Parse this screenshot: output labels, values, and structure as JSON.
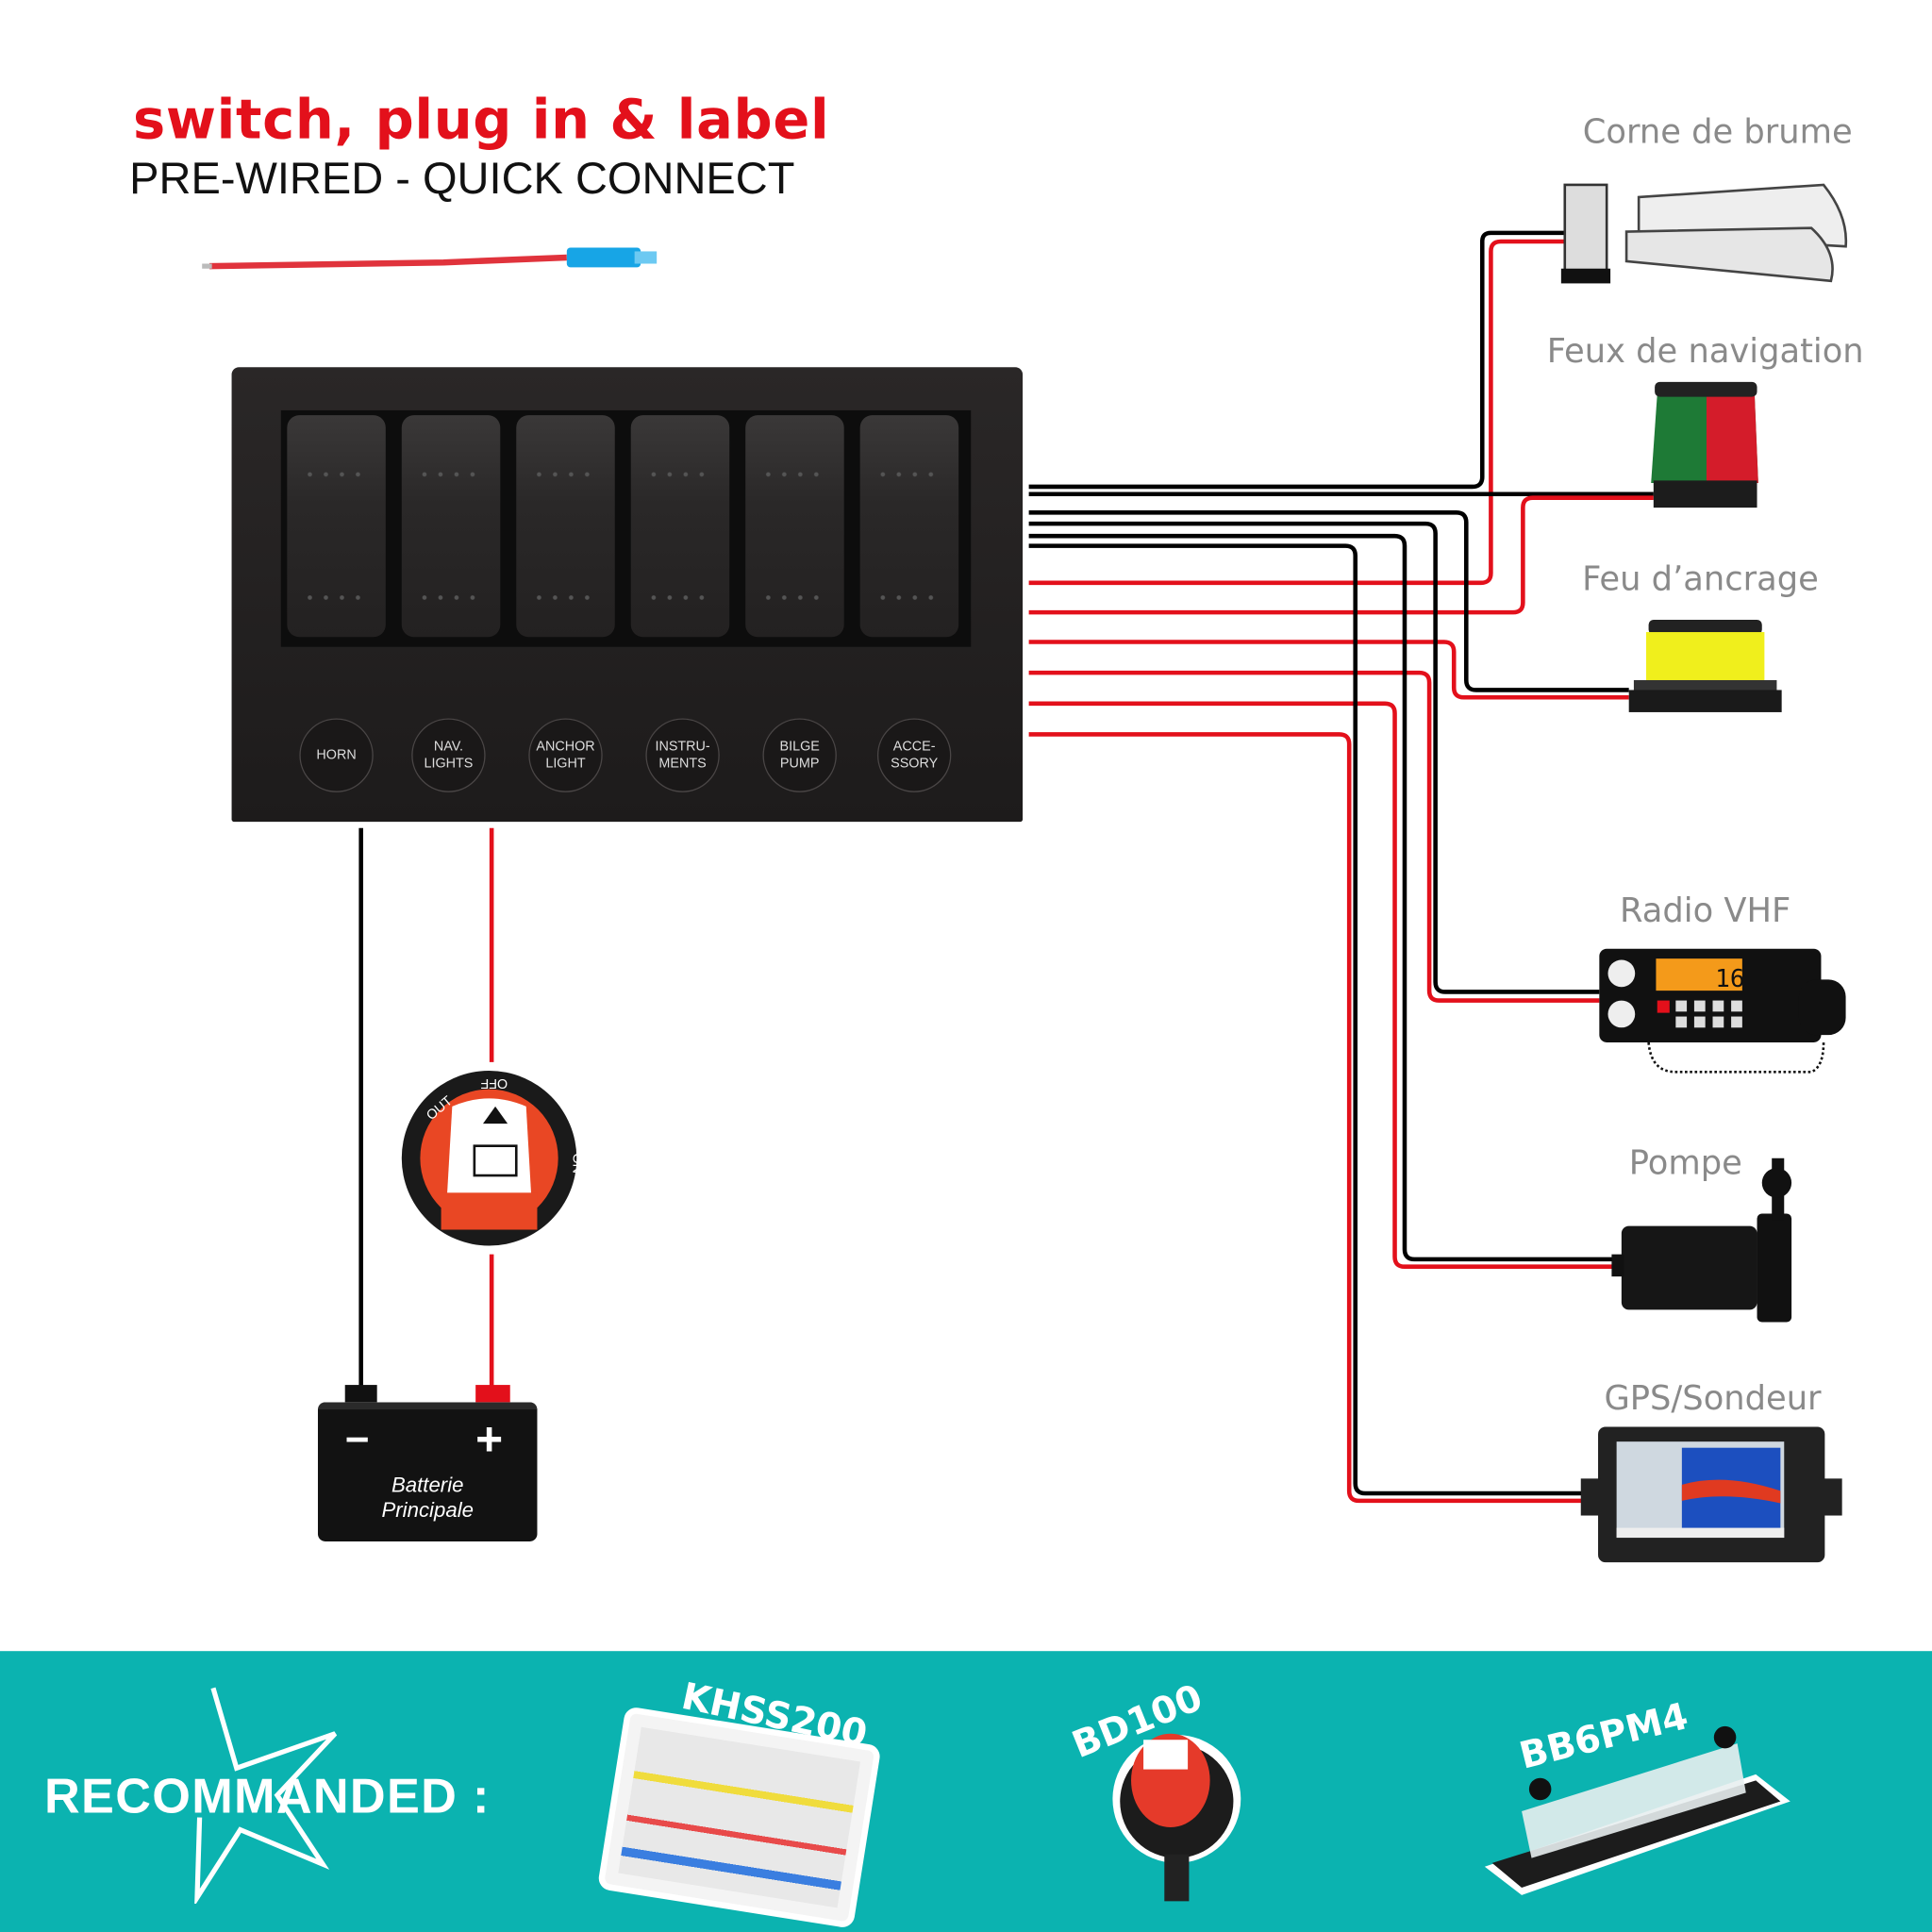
{
  "header": {
    "title": "switch, plug in & label",
    "subtitle": "PRE-WIRED - QUICK CONNECT"
  },
  "panel": {
    "switch_labels": [
      "HORN",
      "NAV.\nLIGHTS",
      "ANCHOR\nLIGHT",
      "INSTRU-\nMENTS",
      "BILGE\nPUMP",
      "ACCE-\nSSORY"
    ]
  },
  "devices": [
    {
      "label": "Corne de brume"
    },
    {
      "label": "Feux de navigation"
    },
    {
      "label": "Feu d’ancrage"
    },
    {
      "label": "Radio VHF",
      "display": "16"
    },
    {
      "label": "Pompe"
    },
    {
      "label": "GPS/Sondeur"
    }
  ],
  "battery_switch": {
    "off": "OFF",
    "out": "OUT",
    "on": "ON"
  },
  "battery": {
    "minus": "−",
    "plus": "+",
    "label": "Batterie\nPrincipale"
  },
  "recommended": {
    "label": "RECOMMANDED :",
    "products": [
      "KHSS200",
      "BD100",
      "BB6PM4"
    ]
  },
  "colors": {
    "accent_red": "#e3101b",
    "teal": "#0bb3b0",
    "wire_black": "#000000"
  }
}
